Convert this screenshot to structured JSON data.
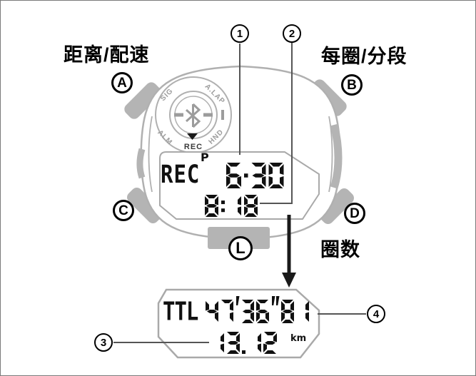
{
  "annotations": {
    "label_distance_pace": "距离/配速",
    "label_lap_split": "每圈/分段",
    "label_lap_count": "圈数",
    "callout_1": "1",
    "callout_2": "2",
    "callout_3": "3",
    "callout_4": "4"
  },
  "watch": {
    "buttons": {
      "a": "A",
      "b": "B",
      "c": "C",
      "d": "D",
      "front": "L"
    },
    "dial": {
      "sig": "SIG",
      "alap": "A.LAP",
      "alm": "ALM",
      "hnd": "HND",
      "rec": "REC",
      "center_icon": "bluetooth"
    },
    "lcd": {
      "mode": "REC",
      "mode_flag": "P",
      "pace": "6·30",
      "time": "8:18"
    }
  },
  "detail_display": {
    "label": "TTL",
    "total_time": "47'36\"81",
    "distance": "13.12",
    "unit": "km"
  },
  "colors": {
    "case_gray": "#b4b4b4",
    "outline_gray": "#a9a9a9",
    "dial_gray": "#9c9c9c",
    "lcd_black": "#111111",
    "callout_line": "#555555"
  }
}
